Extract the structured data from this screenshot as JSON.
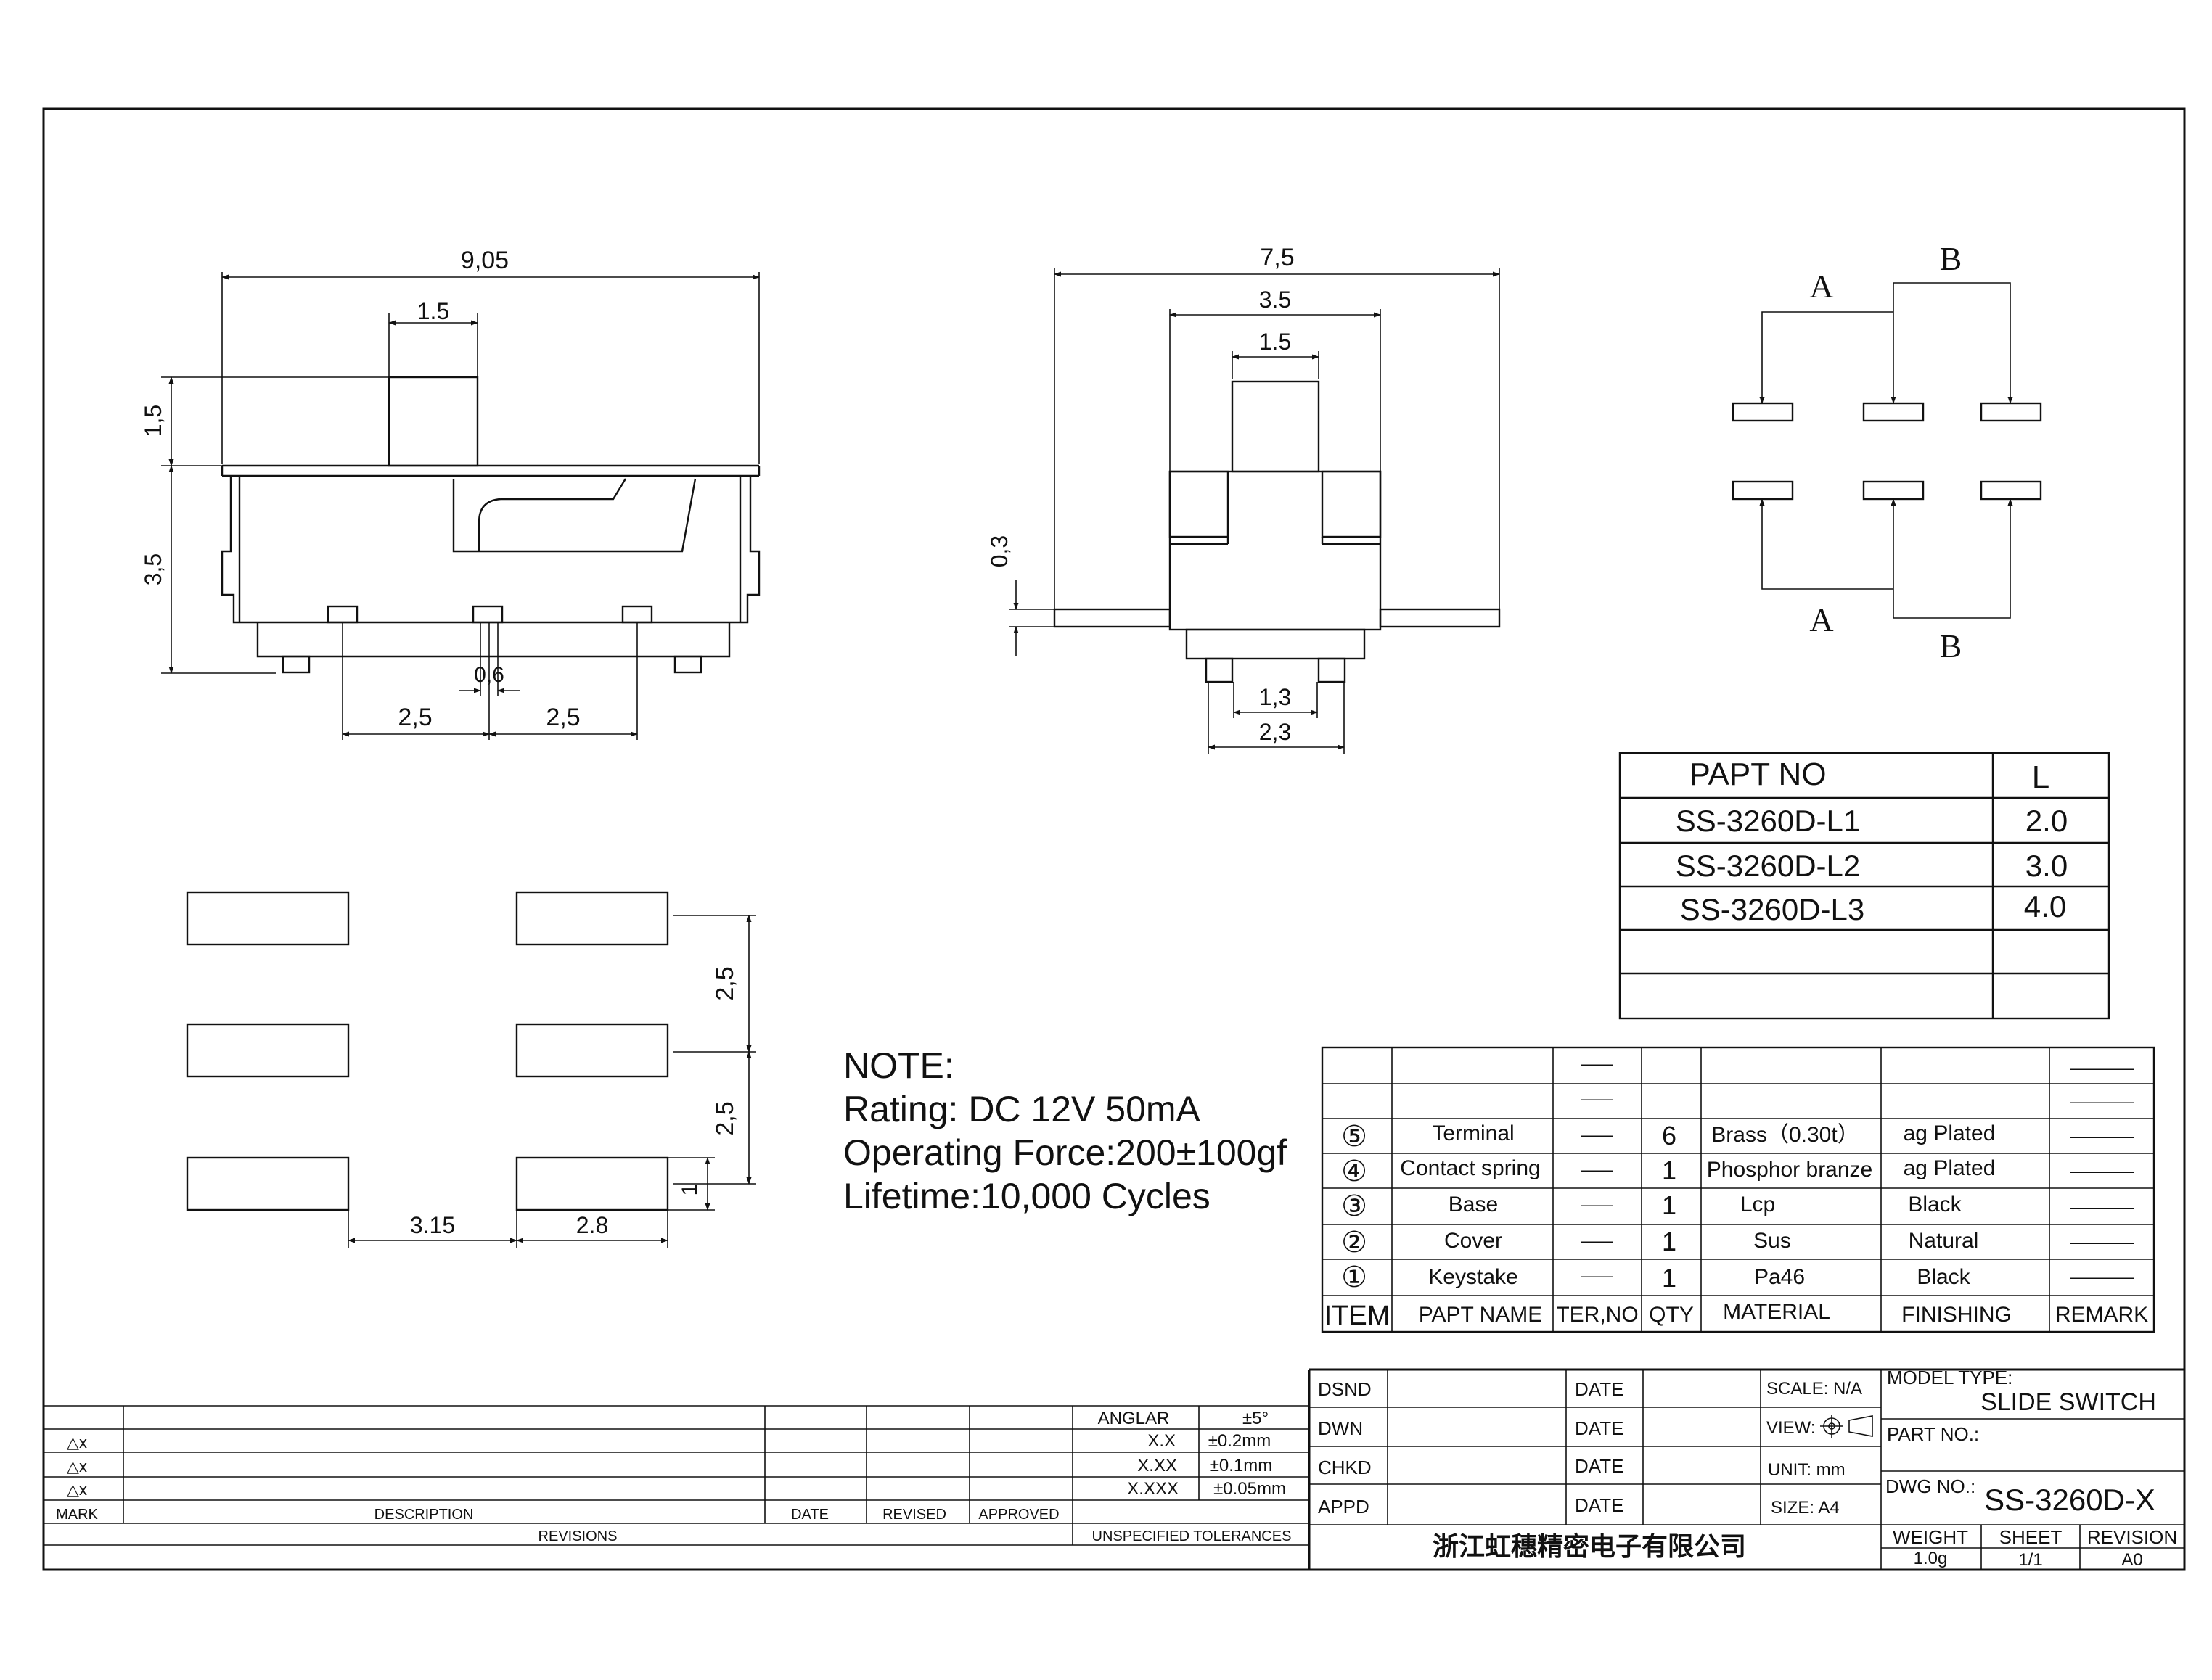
{
  "dims": {
    "side_total": "9,05",
    "side_knob": "1.5",
    "side_knob_height": "1,5",
    "side_body_height": "3,5",
    "side_pin_width": "0,6",
    "side_pitch_left": "2,5",
    "side_pitch_right": "2,5",
    "front_total": "7,5",
    "front_body": "3.5",
    "front_knob": "1.5",
    "front_thickness": "0,3",
    "front_pin_inner": "1,3",
    "front_pin_outer": "2,3",
    "pad_pitch_1": "2,5",
    "pad_pitch_2": "2,5",
    "pad_height": "1",
    "pad_gap": "3.15",
    "pad_width": "2.8"
  },
  "circuit": {
    "label_a_top": "A",
    "label_b_top": "B",
    "label_a_bottom": "A",
    "label_b_bottom": "B"
  },
  "part_table": {
    "header_part": "PAPT NO",
    "header_l": "L",
    "rows": [
      {
        "part": "SS-3260D-L1",
        "l": "2.0"
      },
      {
        "part": "SS-3260D-L2",
        "l": "3.0"
      },
      {
        "part": "SS-3260D-L3",
        "l": "4.0"
      },
      {
        "part": "",
        "l": ""
      },
      {
        "part": "",
        "l": ""
      }
    ]
  },
  "note": {
    "title": "NOTE:",
    "rating": "Rating: DC 12V  50mA",
    "force": "Operating Force:200±100gf",
    "lifetime": "Lifetime:10,000 Cycles"
  },
  "bom": {
    "rows": [
      {
        "item": "",
        "name": "",
        "ter": "——",
        "qty": "",
        "material": "",
        "finishing": "",
        "remark": "————"
      },
      {
        "item": "",
        "name": "",
        "ter": "——",
        "qty": "",
        "material": "",
        "finishing": "",
        "remark": "————"
      },
      {
        "item": "⑤",
        "name": "Terminal",
        "ter": "——",
        "qty": "6",
        "material": "Brass（0.30t）",
        "finishing": "ag Plated",
        "remark": "————"
      },
      {
        "item": "④",
        "name": "Contact spring",
        "ter": "——",
        "qty": "1",
        "material": "Phosphor branze",
        "finishing": "ag Plated",
        "remark": "————"
      },
      {
        "item": "③",
        "name": "Base",
        "ter": "——",
        "qty": "1",
        "material": "Lcp",
        "finishing": "Black",
        "remark": "————"
      },
      {
        "item": "②",
        "name": "Cover",
        "ter": "——",
        "qty": "1",
        "material": "Sus",
        "finishing": "Natural",
        "remark": "————"
      },
      {
        "item": "①",
        "name": "Keystake",
        "ter": "——",
        "qty": "1",
        "material": "Pa46",
        "finishing": "Black",
        "remark": "————"
      }
    ],
    "header": {
      "item": "ITEM",
      "name": "PAPT NAME",
      "ter": "TER,NO",
      "qty": "QTY",
      "material": "MATERIAL",
      "finishing": "FINISHING",
      "remark": "REMARK"
    }
  },
  "revisions": {
    "marks": [
      "△x",
      "△x",
      "△x"
    ],
    "mark_label": "MARK",
    "description_label": "DESCRIPTION",
    "date_label": "DATE",
    "revised_label": "REVISED",
    "approved_label": "APPROVED",
    "revisions_label": "REVISIONS"
  },
  "tolerances": {
    "rows": [
      {
        "name": "ANGLAR",
        "value": "±5°"
      },
      {
        "name": "X.X",
        "value": "±0.2mm"
      },
      {
        "name": "X.XX",
        "value": "±0.1mm"
      },
      {
        "name": "X.XXX",
        "value": "±0.05mm"
      }
    ],
    "label": "UNSPECIFIED TOLERANCES"
  },
  "title_block": {
    "roles": [
      "DSND",
      "DWN",
      "CHKD",
      "APPD"
    ],
    "date_label": "DATE",
    "scale": "SCALE: N/A",
    "view": "VIEW:",
    "unit": "UNIT: mm",
    "size": "SIZE: A4",
    "model_type_label": "MODEL TYPE:",
    "model_type": "SLIDE SWITCH",
    "part_no_label": "PART NO.:",
    "dwg_no_label": "DWG NO.:",
    "dwg_no": "SS-3260D-X",
    "company": "浙江虹穗精密电子有限公司",
    "weight_label": "WEIGHT",
    "weight": "1.0g",
    "sheet_label": "SHEET",
    "sheet": "1/1",
    "revision_label": "REVISION",
    "revision": "A0"
  }
}
